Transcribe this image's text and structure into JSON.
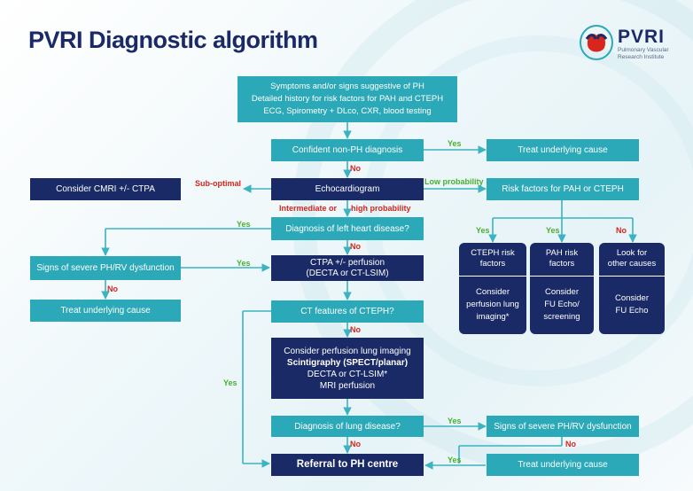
{
  "title": "PVRI Diagnostic algorithm",
  "logo": {
    "text": "PVRI",
    "subtitle_line1": "Pulmonary Vascular",
    "subtitle_line2": "Research Institute"
  },
  "colors": {
    "navy": "#1a2a66",
    "teal": "#2ba9b8",
    "green_label": "#47b02f",
    "red_label": "#d7261e",
    "arrow": "#3bb3c1"
  },
  "nodes": {
    "start": {
      "line1": "Symptoms and/or signs suggestive of PH",
      "line2": "Detailed history for risk factors for PAH and CTEPH",
      "line3": "ECG, Spirometry + DLco, CXR, blood testing"
    },
    "confident": "Confident non-PH diagnosis",
    "treat_top": "Treat underlying cause",
    "echo": "Echocardiogram",
    "cmri": "Consider CMRI +/- CTPA",
    "risk_factors": "Risk factors for PAH or CTEPH",
    "left_heart": "Diagnosis of left heart disease?",
    "severe_left": "Signs of severe PH/RV dysfunction",
    "treat_left": "Treat underlying cause",
    "ctpa": {
      "line1": "CTPA +/- perfusion",
      "line2": "(DECTA or CT-LSIM)"
    },
    "ct_features": "CT features of CTEPH?",
    "perfusion": {
      "line1": "Consider perfusion lung imaging",
      "line2": "Scintigraphy (SPECT/planar)",
      "line3": "DECTA or CT-LSIM*",
      "line4": "MRI perfusion"
    },
    "lung_disease": "Diagnosis of lung disease?",
    "severe_right": "Signs of severe PH/RV dysfunction",
    "treat_bottom": "Treat underlying cause",
    "referral": "Referral to PH centre",
    "cteph_col": {
      "hdr1": "CTEPH risk",
      "hdr2": "factors",
      "b1": "Consider",
      "b2": "perfusion lung",
      "b3": "imaging*"
    },
    "pah_col": {
      "hdr1": "PAH risk",
      "hdr2": "factors",
      "b1": "Consider",
      "b2": "FU Echo/",
      "b3": "screening"
    },
    "other_col": {
      "hdr1": "Look for",
      "hdr2": "other causes",
      "b1": "Consider",
      "b2": "FU Echo"
    }
  },
  "labels": {
    "yes_confident": "Yes",
    "no_confident": "No",
    "sub_optimal": "Sub-optimal",
    "low_probability": "Low probability",
    "intermediate": "Intermediate or",
    "high_probability": "high probability",
    "yes_left_heart": "Yes",
    "no_left_heart": "No",
    "yes_severe": "Yes",
    "no_severe": "No",
    "yes_cteph_col": "Yes",
    "yes_pah_col": "Yes",
    "no_other_col": "No",
    "no_ct_features": "No",
    "yes_ct_features": "Yes",
    "yes_lung": "Yes",
    "no_lung": "No",
    "no_severe_right": "No",
    "yes_treat_bottom": "Yes"
  }
}
